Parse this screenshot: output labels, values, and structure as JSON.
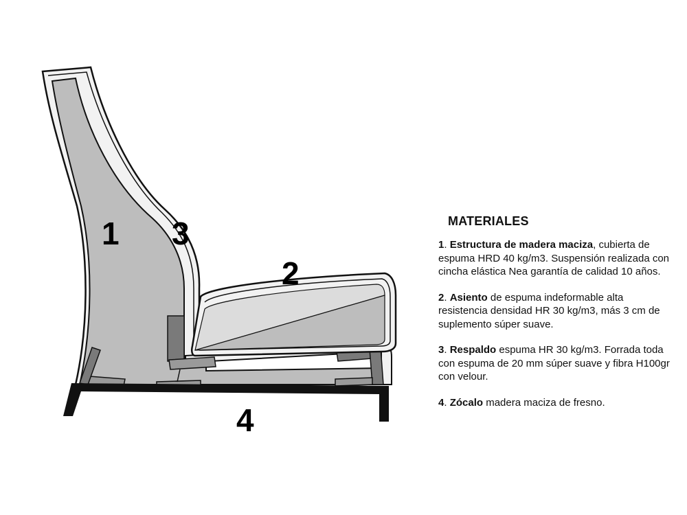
{
  "diagram": {
    "callouts": [
      "1",
      "2",
      "3",
      "4"
    ],
    "colors": {
      "foam_dark": "#bdbdbd",
      "foam_light": "#dcdcdc",
      "wood_dark": "#7a7a7a",
      "wood_mid": "#9a9a9a",
      "cover": "#f2f2f2",
      "base": "#111111"
    }
  },
  "legend": {
    "title": "MATERIALES",
    "items": [
      {
        "num": "1",
        "sep": ". ",
        "name": "Estructura de madera maciza",
        "desc": ", cubierta de espuma HRD 40 kg/m3. Suspensión realizada con cincha elástica Nea garantía de calidad 10 años."
      },
      {
        "num": "2",
        "sep": ". ",
        "name": "Asiento",
        "desc": " de espuma indeformable alta resistencia densidad HR 30 kg/m3, más 3 cm de suplemento súper suave."
      },
      {
        "num": "3",
        "sep": ". ",
        "name": "Respaldo",
        "desc": " espuma HR 30 kg/m3. Forrada toda con espuma de 20 mm súper suave y fibra H100gr con velour."
      },
      {
        "num": "4",
        "sep": ". ",
        "name": "Zócalo",
        "desc": " madera maciza de fresno."
      }
    ]
  }
}
